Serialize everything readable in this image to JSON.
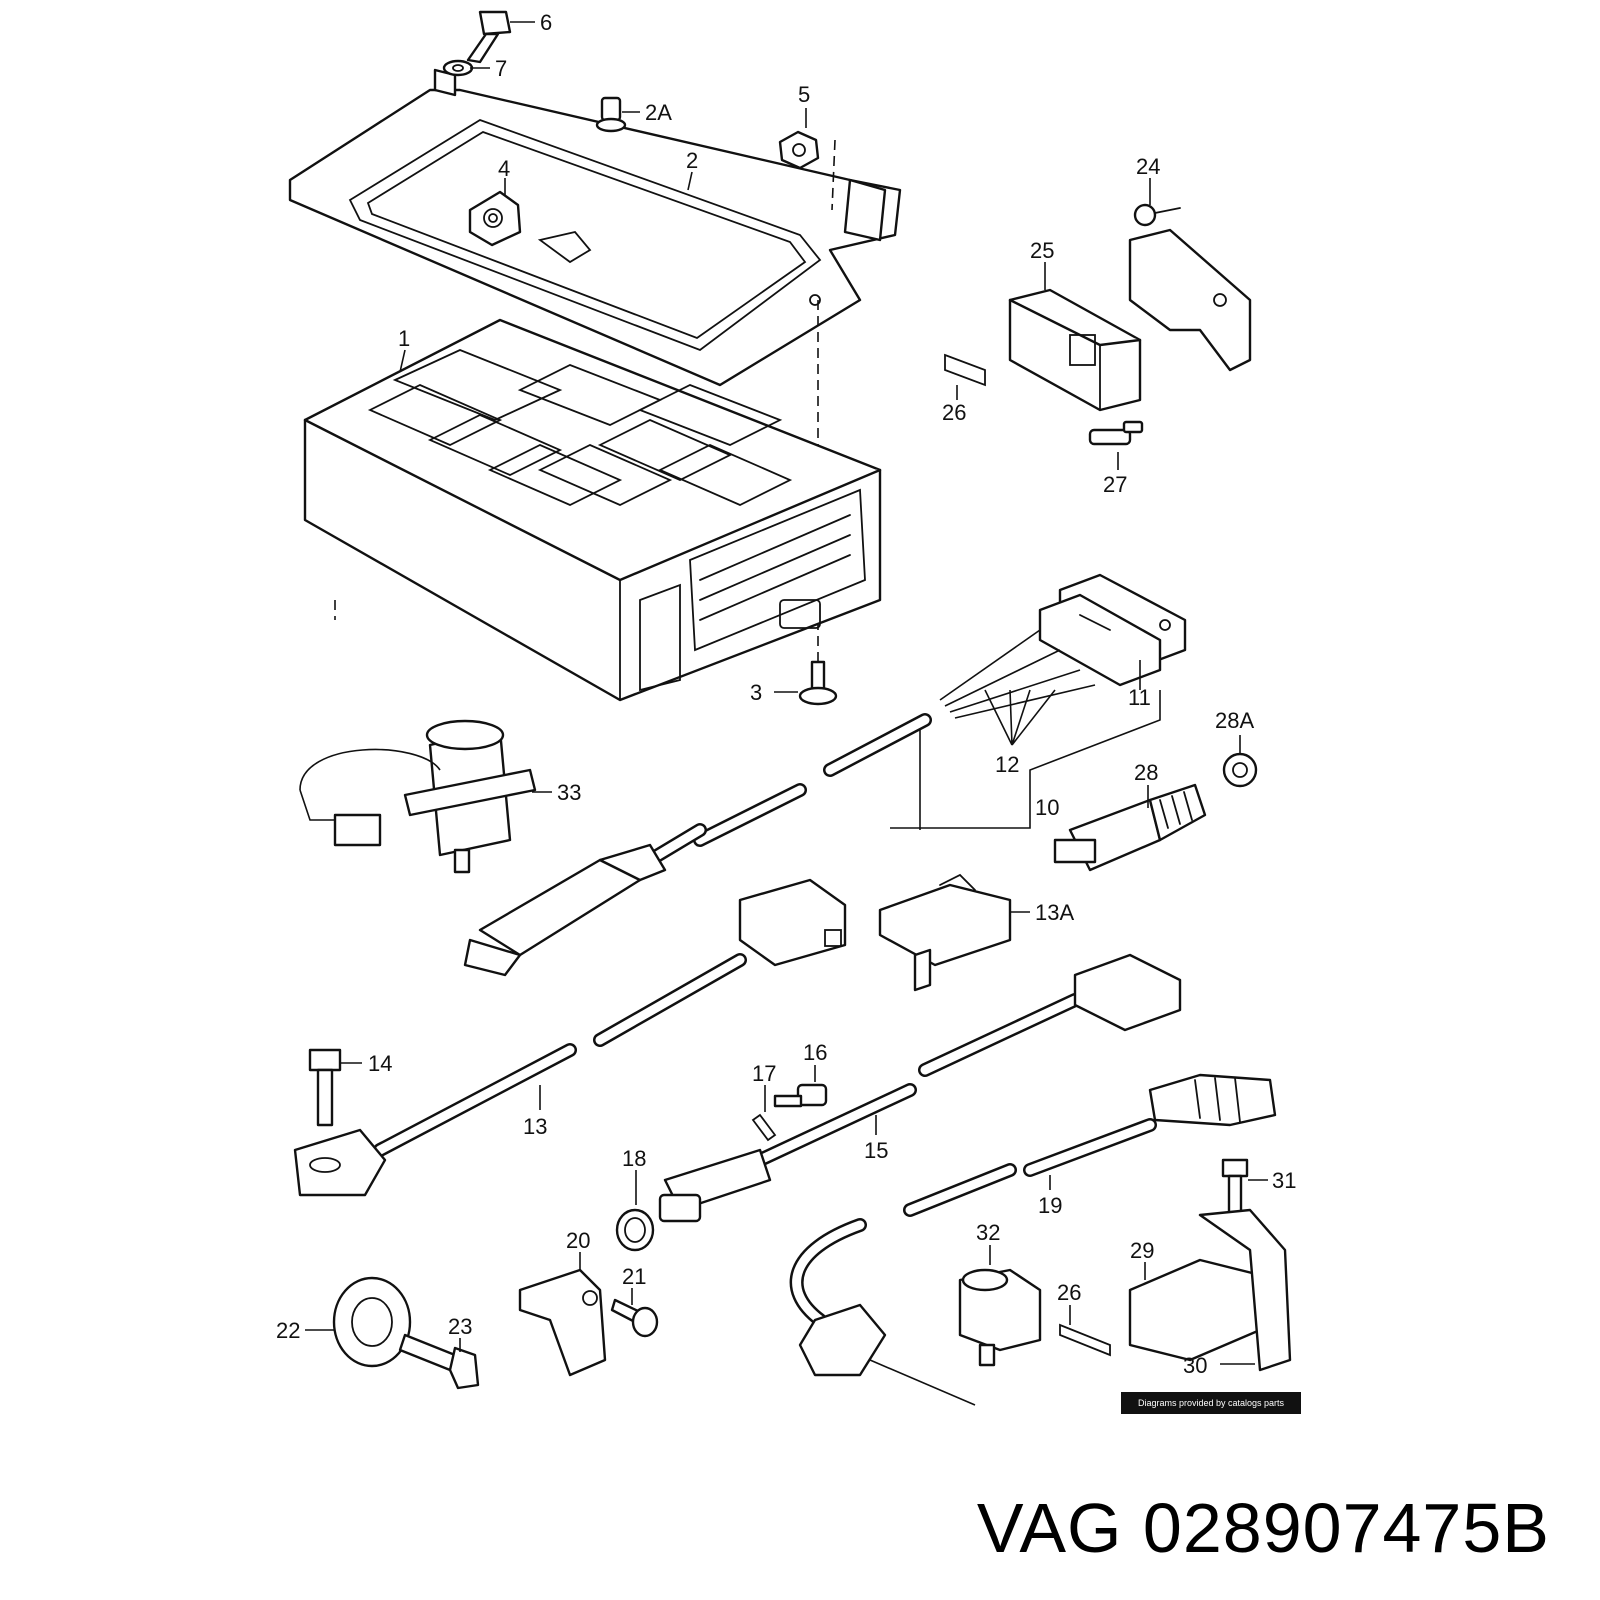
{
  "labels": {
    "l6": "6",
    "l7": "7",
    "l2a": "2A",
    "l5": "5",
    "l2": "2",
    "l4": "4",
    "l24": "24",
    "l25": "25",
    "l1": "1",
    "l26a": "26",
    "l27": "27",
    "l3": "3",
    "l11": "11",
    "l28a": "28A",
    "l12": "12",
    "l28": "28",
    "l33": "33",
    "l10": "10",
    "l13a": "13A",
    "l14": "14",
    "l16": "16",
    "l17": "17",
    "l13": "13",
    "l15": "15",
    "l18": "18",
    "l31": "31",
    "l19": "19",
    "l20": "20",
    "l21": "21",
    "l32": "32",
    "l29": "29",
    "l26b": "26",
    "l22": "22",
    "l23": "23",
    "l30": "30"
  },
  "credit": "Diagrams provided by catalogs parts",
  "brand": "VAG",
  "part_number": "028907475B"
}
